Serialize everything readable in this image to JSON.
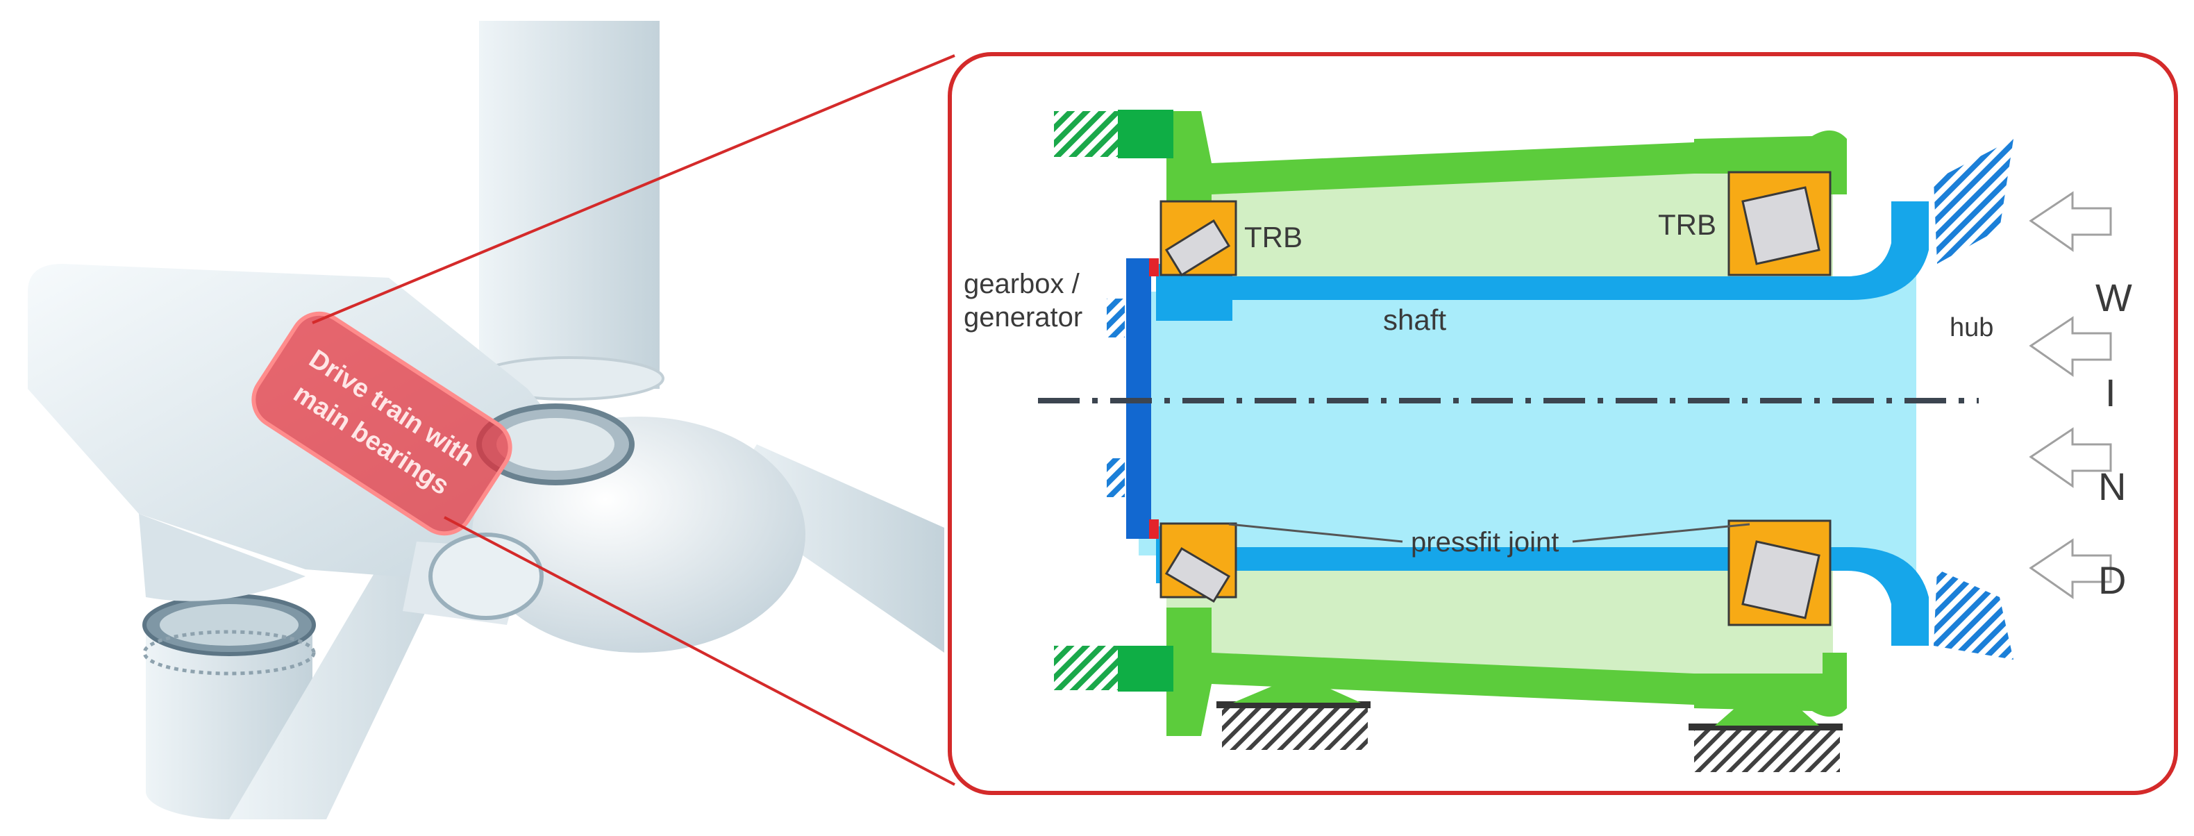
{
  "turbine": {
    "callout_text": [
      "Drive train with",
      "main bearings"
    ]
  },
  "diagram": {
    "labels": {
      "gearbox": [
        "gearbox /",
        "generator"
      ],
      "trb_left": "TRB",
      "trb_right": "TRB",
      "shaft": "shaft",
      "hub": "hub",
      "pressfit": "pressfit joint"
    },
    "wind_letters": [
      "W",
      "I",
      "N",
      "D"
    ]
  },
  "colors": {
    "frame_red": "#d42a2a",
    "housing_green": "#5ccc3c",
    "housing_fill": "#d2efc4",
    "dark_green": "#0fae45",
    "shaft_blue": "#16a6ea",
    "shaft_fill": "#a9ecfa",
    "dark_blue": "#1268d0",
    "bearing_orange": "#f7aa15",
    "roller_gray": "#d8d8dc"
  }
}
